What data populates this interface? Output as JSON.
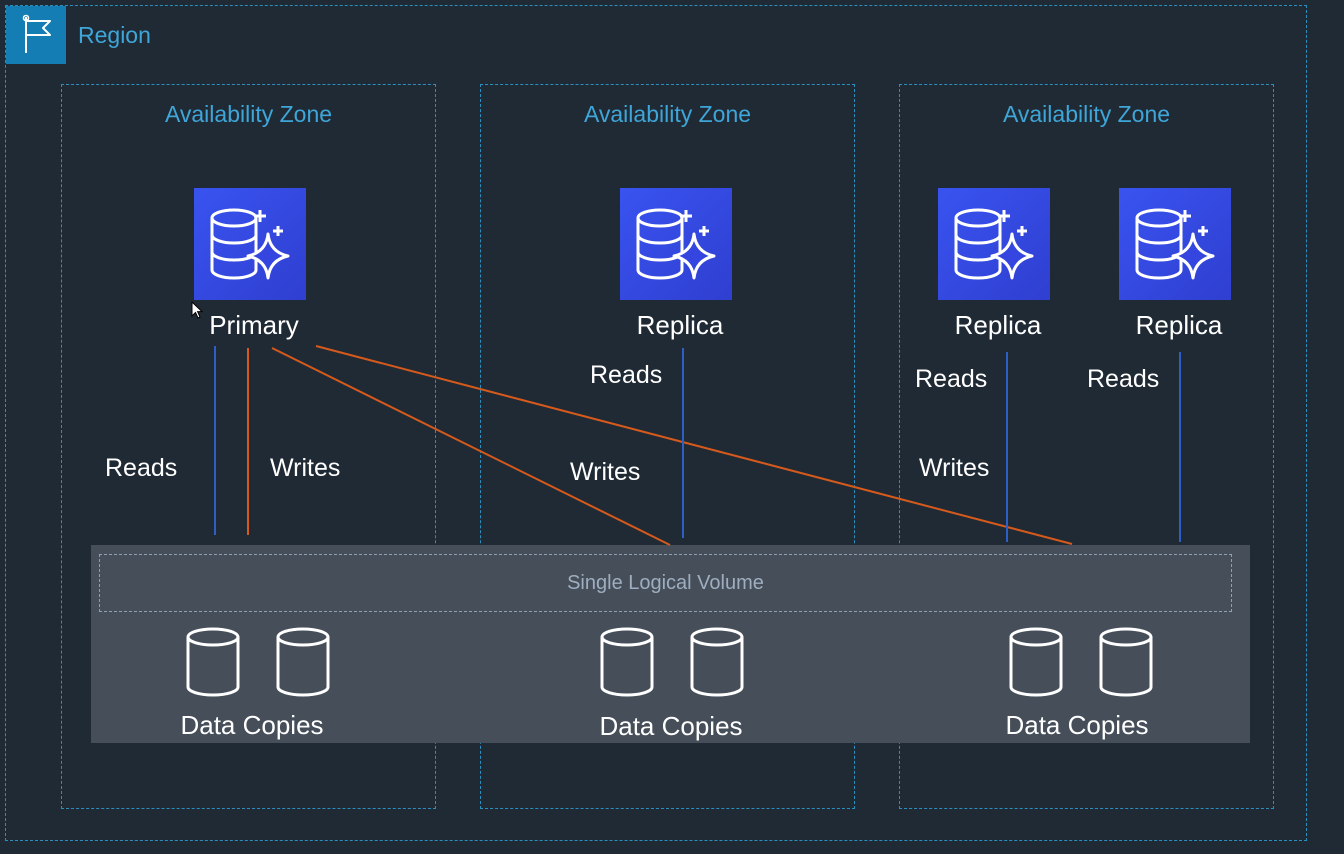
{
  "region": {
    "label": "Region",
    "icon": "flag-icon"
  },
  "zones": [
    {
      "label": "Availability Zone"
    },
    {
      "label": "Availability Zone"
    },
    {
      "label": "Availability Zone"
    }
  ],
  "instances": [
    {
      "label": "Primary",
      "icon": "database-sparkle-icon"
    },
    {
      "label": "Replica",
      "icon": "database-sparkle-icon"
    },
    {
      "label": "Replica",
      "icon": "database-sparkle-icon"
    },
    {
      "label": "Replica",
      "icon": "database-sparkle-icon"
    }
  ],
  "flows": {
    "reads": "Reads",
    "writes": "Writes"
  },
  "volume": {
    "label": "Single Logical Volume"
  },
  "storage": [
    {
      "label": "Data Copies"
    },
    {
      "label": "Data Copies"
    },
    {
      "label": "Data Copies"
    }
  ],
  "colors": {
    "background": "#202a35",
    "zone_border": "#2a8fbf",
    "zone_text": "#3ea6d8",
    "instance_icon": "#3953f0",
    "read_line": "#2d5fc4",
    "write_line": "#d55a1c",
    "volume_panel": "#454e59"
  }
}
